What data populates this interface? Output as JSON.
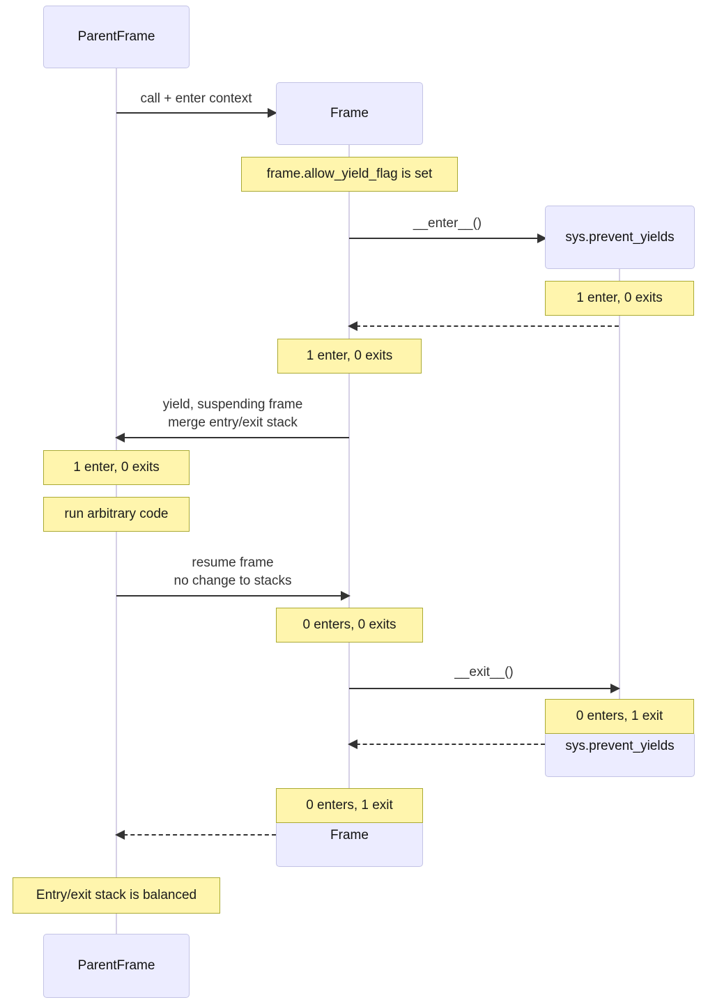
{
  "actors": [
    {
      "id": "parentframe",
      "label": "ParentFrame"
    },
    {
      "id": "frame",
      "label": "Frame"
    },
    {
      "id": "sys",
      "label": "sys.prevent_yields"
    }
  ],
  "messages": {
    "call_enter_context": "call + enter context",
    "enter_method": "__enter__()",
    "yield_line1": "yield, suspending frame",
    "yield_line2": "merge entry/exit stack",
    "resume_line1": "resume frame",
    "resume_line2": "no change to stacks",
    "exit_method": "__exit__()"
  },
  "notes": {
    "allow_yield_flag": "frame.allow_yield_flag is set",
    "sys_after_enter": "1 enter, 0 exits",
    "frame_after_enter": "1 enter, 0 exits",
    "parent_after_yield": "1 enter, 0 exits",
    "run_arbitrary_code": "run arbitrary code",
    "frame_after_resume": "0 enters, 0 exits",
    "sys_after_exit": "0 enters, 1 exit",
    "frame_after_exit": "0 enters, 1 exit",
    "stack_balanced": "Entry/exit stack is balanced"
  },
  "colors": {
    "actor_fill": "#ececff",
    "actor_border": "#c3c3e5",
    "note_fill": "#fff5ad",
    "note_border": "#aaaa33",
    "lifeline": "#d6d0e6",
    "arrow": "#333333"
  }
}
